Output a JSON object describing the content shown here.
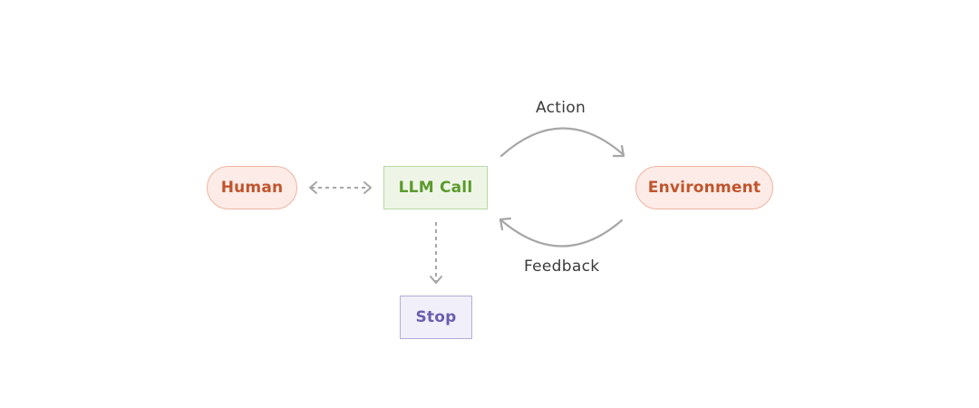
{
  "nodes": {
    "human": "Human",
    "llm_call": "LLM Call",
    "environment": "Environment",
    "stop": "Stop"
  },
  "edges": {
    "action": "Action",
    "feedback": "Feedback"
  },
  "colors": {
    "pill_fill": "#fcebe6",
    "pill_border": "#efb5a0",
    "pill_text": "#c0552e",
    "llm_fill": "#eef5e6",
    "llm_border": "#b8d9a2",
    "llm_text": "#5c9a2e",
    "stop_fill": "#f1effa",
    "stop_border": "#b3acd9",
    "stop_text": "#6a5fad",
    "arrow": "#a6a6a6"
  }
}
